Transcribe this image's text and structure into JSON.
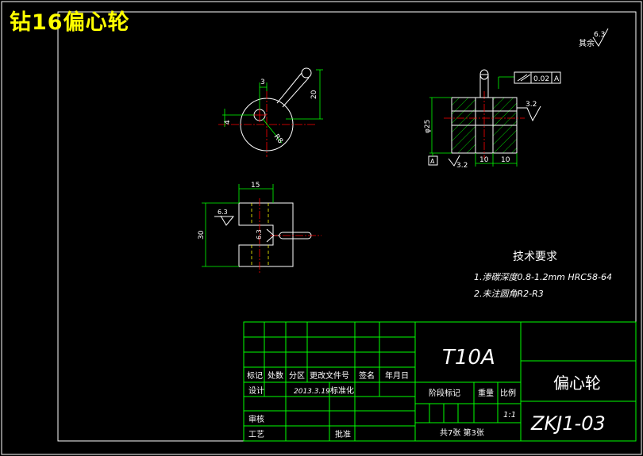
{
  "title": "钻16偏心轮",
  "roughness_note": {
    "prefix": "其余",
    "value": "6.3"
  },
  "front_view": {
    "dim_width": "3",
    "dim_height": "20",
    "dim_offset": "4",
    "dim_radius": "R8"
  },
  "side_view": {
    "tolerance_value": "0.02",
    "datum": "A",
    "roughness": "3.2",
    "roughness_bottom": "3.2",
    "dim_dia": "φ25",
    "dim_left": "10",
    "dim_right": "10",
    "datum_bottom": "A"
  },
  "top_view": {
    "dim_width": "15",
    "dim_height": "30",
    "roughness_left": "6.3",
    "roughness_slot": "6.3"
  },
  "tech_req": {
    "heading": "技术要求",
    "item1": "1.渗碳深度0.8-1.2mm  HRC58-64",
    "item2": "2.未注圆角R2-R3"
  },
  "title_block": {
    "material": "T10A",
    "part_name": "偏心轮",
    "drawing_no": "ZKJ1-03",
    "headers": [
      "标记",
      "处数",
      "分区",
      "更改文件号",
      "签名",
      "年月日"
    ],
    "design_label": "设计",
    "design_date": "2013.3.19",
    "standardize": "标准化",
    "stage_mark": "阶段标记",
    "weight": "重量",
    "scale_label": "比例",
    "scale_value": "1:1",
    "review": "审核",
    "process": "工艺",
    "approve": "批准",
    "sheet_info": "共7张   第3张"
  },
  "colors": {
    "line": "#00ff00",
    "center": "#ff0000",
    "hidden": "#ffff00",
    "text": "#ffffff",
    "title": "#ffff00",
    "border": "#ffffff"
  }
}
